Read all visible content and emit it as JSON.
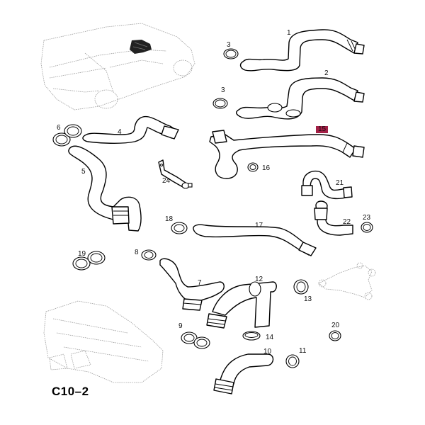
{
  "diagram": {
    "code": "C10–2",
    "highlight_color": "#a32046",
    "highlighted_part": "15",
    "context_illustrations": [
      "vehicle-outline",
      "heater-housing",
      "coolant-distributor-valve"
    ],
    "callouts": [
      {
        "id": "1",
        "part": "hose"
      },
      {
        "id": "2",
        "part": "hose"
      },
      {
        "id": "3a",
        "label": "3",
        "part": "clamp"
      },
      {
        "id": "3b",
        "label": "3",
        "part": "clamp"
      },
      {
        "id": "4",
        "part": "hose"
      },
      {
        "id": "5",
        "part": "hose"
      },
      {
        "id": "6",
        "part": "double-clamp"
      },
      {
        "id": "7",
        "part": "hose"
      },
      {
        "id": "8",
        "part": "clamp"
      },
      {
        "id": "9",
        "part": "double-clamp"
      },
      {
        "id": "10",
        "part": "hose"
      },
      {
        "id": "11",
        "part": "clamp"
      },
      {
        "id": "12",
        "part": "t-hose"
      },
      {
        "id": "13",
        "part": "clamp"
      },
      {
        "id": "14",
        "part": "clamp"
      },
      {
        "id": "15",
        "part": "hose",
        "highlighted": true
      },
      {
        "id": "16",
        "part": "clamp"
      },
      {
        "id": "17",
        "part": "hose"
      },
      {
        "id": "18",
        "part": "clamp"
      },
      {
        "id": "19",
        "part": "double-clamp"
      },
      {
        "id": "20",
        "part": "clamp"
      },
      {
        "id": "21",
        "part": "hose"
      },
      {
        "id": "22",
        "part": "hose"
      },
      {
        "id": "23",
        "part": "clamp"
      },
      {
        "id": "24",
        "part": "bracket"
      }
    ]
  }
}
